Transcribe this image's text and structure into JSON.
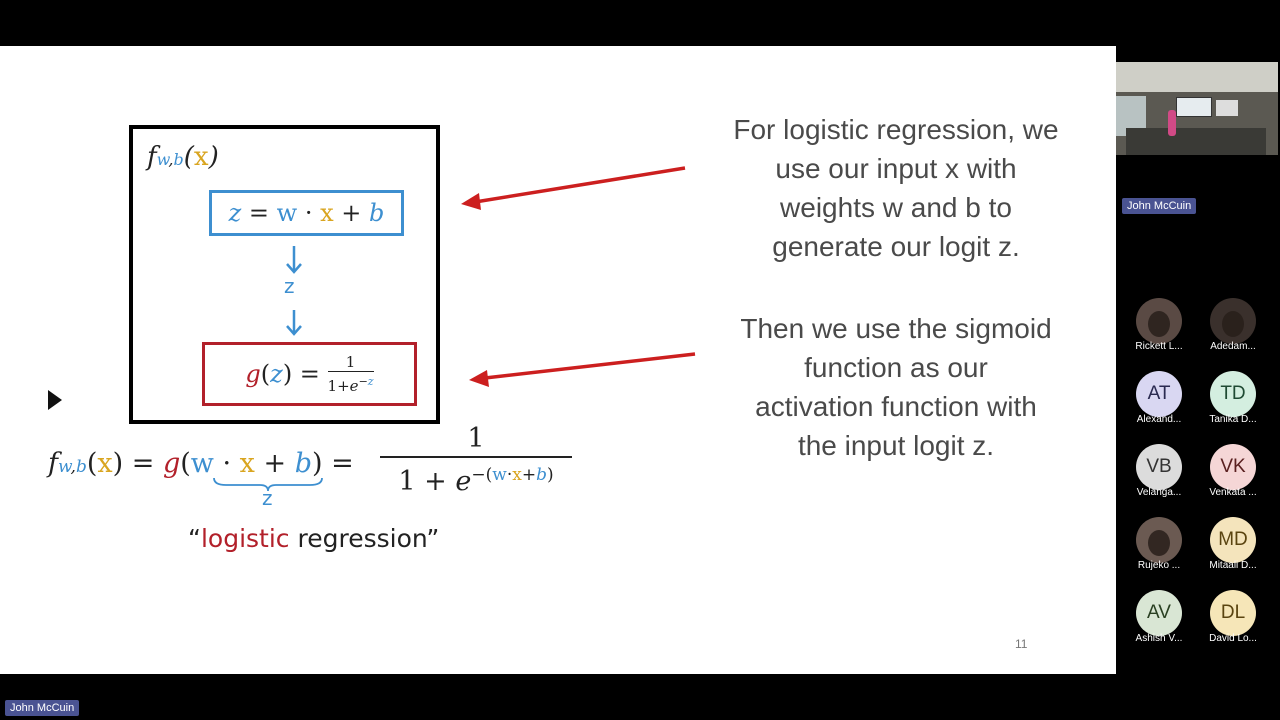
{
  "slide": {
    "callout1": [
      "For logistic regression, we",
      "use our input x with",
      "weights w and b to",
      "generate our logit z."
    ],
    "callout2": [
      "Then we use the sigmoid",
      "function as our",
      "activation function with",
      "the input logit z."
    ],
    "page_number": "11",
    "diagram": {
      "f": "f",
      "sub_w": "w",
      "sub_b": "b",
      "x": "x",
      "z": "z",
      "b": "b",
      "g": "g",
      "e": "e",
      "one": "1",
      "logistic": "logistic",
      "regression": "regression"
    },
    "colors": {
      "blue": "#3d8fd0",
      "gold": "#d9a520",
      "red": "#b2202a",
      "arrow": "#cc1f1f"
    }
  },
  "video": {
    "presenter_name": "John McCuin",
    "bottom_name": "John McCuin"
  },
  "participants": [
    {
      "initials": "",
      "name": "Rickett L...",
      "photo": true,
      "bg": "#5a4a44",
      "fg": "#fff"
    },
    {
      "initials": "",
      "name": "Adedam...",
      "photo": true,
      "bg": "#3a302c",
      "fg": "#fff"
    },
    {
      "initials": "AT",
      "name": "Alexand...",
      "photo": false,
      "bg": "#d9d7f2",
      "fg": "#2a2a50"
    },
    {
      "initials": "TD",
      "name": "Tanika D...",
      "photo": false,
      "bg": "#d4eee0",
      "fg": "#1f4a33"
    },
    {
      "initials": "VB",
      "name": "Velanga...",
      "photo": false,
      "bg": "#dcdcdc",
      "fg": "#333"
    },
    {
      "initials": "VK",
      "name": "Venkata ...",
      "photo": false,
      "bg": "#f5d6d6",
      "fg": "#5a2020"
    },
    {
      "initials": "",
      "name": "Rujeko ...",
      "photo": true,
      "bg": "#6b5a52",
      "fg": "#fff"
    },
    {
      "initials": "MD",
      "name": "Mitaali D...",
      "photo": false,
      "bg": "#f4e4bc",
      "fg": "#5a4410"
    },
    {
      "initials": "AV",
      "name": "Ashish V...",
      "photo": false,
      "bg": "#d9e6d4",
      "fg": "#2a4022"
    },
    {
      "initials": "DL",
      "name": "David Lo...",
      "photo": false,
      "bg": "#f6e6b8",
      "fg": "#5a4410"
    }
  ]
}
